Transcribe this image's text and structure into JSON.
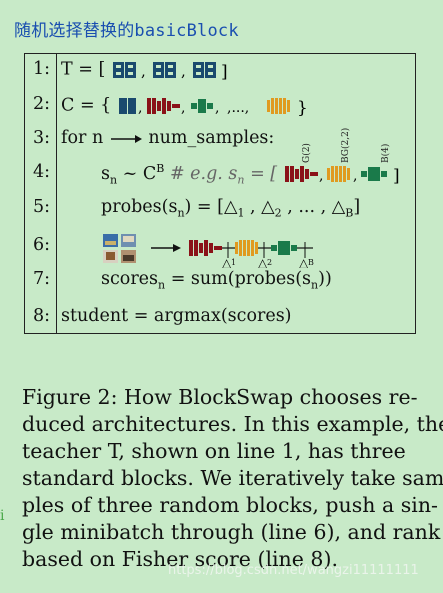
{
  "heading": "随机选择替换的basicBlock",
  "colors": {
    "standard_block": "#1a4a6e",
    "bottleneck_block": "#8a1218",
    "grouped_block": "#1a7a4a",
    "bottleneck_grouped_block": "#e09a20"
  },
  "algorithm": {
    "lines": [
      {
        "num": "1:",
        "text": "T = ["
      },
      {
        "num": "2:",
        "text": "C = {"
      },
      {
        "num": "3:",
        "text": "for n",
        "text2": "num_samples:"
      },
      {
        "num": "4:",
        "text": "s",
        "sub": "n",
        "text2": " ~ C",
        "sup": "B",
        "comment": "# e.g. s",
        "comment_sub": "n",
        "comment2": " = ["
      },
      {
        "num": "5:",
        "text": "probes(s",
        "sub": "n",
        "text2": ") = [",
        "d1": "1",
        "d2": "2",
        "dB": "B",
        "text3": ", ... ,",
        "end": "]"
      },
      {
        "num": "6:",
        "text": ""
      },
      {
        "num": "7:",
        "text": "scores",
        "sub": "n",
        "text2": " =  sum(probes(s",
        "sub2": "n",
        "text3": "))"
      },
      {
        "num": "8:",
        "text": "student  =  argmax(scores)"
      }
    ],
    "c_ellipsis": ",...,",
    "block_labels": [
      "G(2)",
      "BG(2,2)",
      "B(4)"
    ],
    "delta_labels": [
      "1",
      "2",
      "B"
    ]
  },
  "caption_lines": [
    "Figure 2: How BlockSwap chooses re-",
    "duced architectures. In this example, the",
    "teacher T, shown on line 1, has three",
    "standard blocks. We iteratively take sam-",
    "ples of three random blocks, push a sin-",
    "gle minibatch through (line 6), and rank",
    "based on Fisher score (line 8)."
  ],
  "watermark": "https://blog.csdn.net/wangzi11111111",
  "side_mark": "i"
}
